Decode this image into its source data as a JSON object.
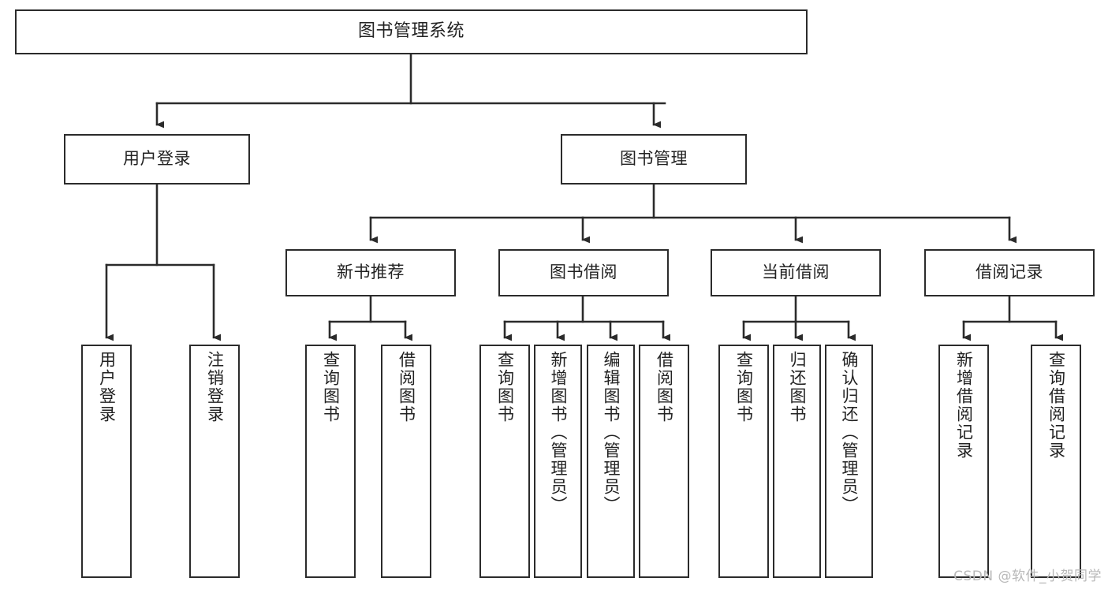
{
  "diagram": {
    "type": "tree",
    "title": "图书管理系统",
    "colors": {
      "box_border": "#2b2b2b",
      "box_fill": "#ffffff",
      "edge": "#2b2b2b",
      "text": "#222222",
      "watermark": "#b8b8b8"
    },
    "root": {
      "label": "图书管理系统"
    },
    "level2": [
      {
        "id": "user-login",
        "label": "用户登录"
      },
      {
        "id": "book-manage",
        "label": "图书管理"
      }
    ],
    "level3": [
      {
        "id": "new-book-recommend",
        "label": "新书推荐"
      },
      {
        "id": "book-borrow",
        "label": "图书借阅"
      },
      {
        "id": "current-borrow",
        "label": "当前借阅"
      },
      {
        "id": "borrow-record",
        "label": "借阅记录"
      }
    ],
    "leaves": {
      "user-login": [
        {
          "id": "leaf-user-login",
          "label": "用户登录"
        },
        {
          "id": "leaf-user-logout",
          "label": "注销登录"
        }
      ],
      "new-book-recommend": [
        {
          "id": "leaf-query-book-1",
          "label": "查询图书"
        },
        {
          "id": "leaf-borrow-book-1",
          "label": "借阅图书"
        }
      ],
      "book-borrow": [
        {
          "id": "leaf-query-book-2",
          "label": "查询图书"
        },
        {
          "id": "leaf-add-book",
          "label": "新增图书（管理员）"
        },
        {
          "id": "leaf-edit-book",
          "label": "编辑图书（管理员）"
        },
        {
          "id": "leaf-borrow-book-2",
          "label": "借阅图书"
        }
      ],
      "current-borrow": [
        {
          "id": "leaf-query-book-3",
          "label": "查询图书"
        },
        {
          "id": "leaf-return-book",
          "label": "归还图书"
        },
        {
          "id": "leaf-confirm-return",
          "label": "确认归还（管理员）"
        }
      ],
      "borrow-record": [
        {
          "id": "leaf-add-record",
          "label": "新增借阅记录"
        },
        {
          "id": "leaf-query-record",
          "label": "查询借阅记录"
        }
      ]
    }
  },
  "watermark": {
    "text": "CSDN @软件_小贺同学"
  }
}
